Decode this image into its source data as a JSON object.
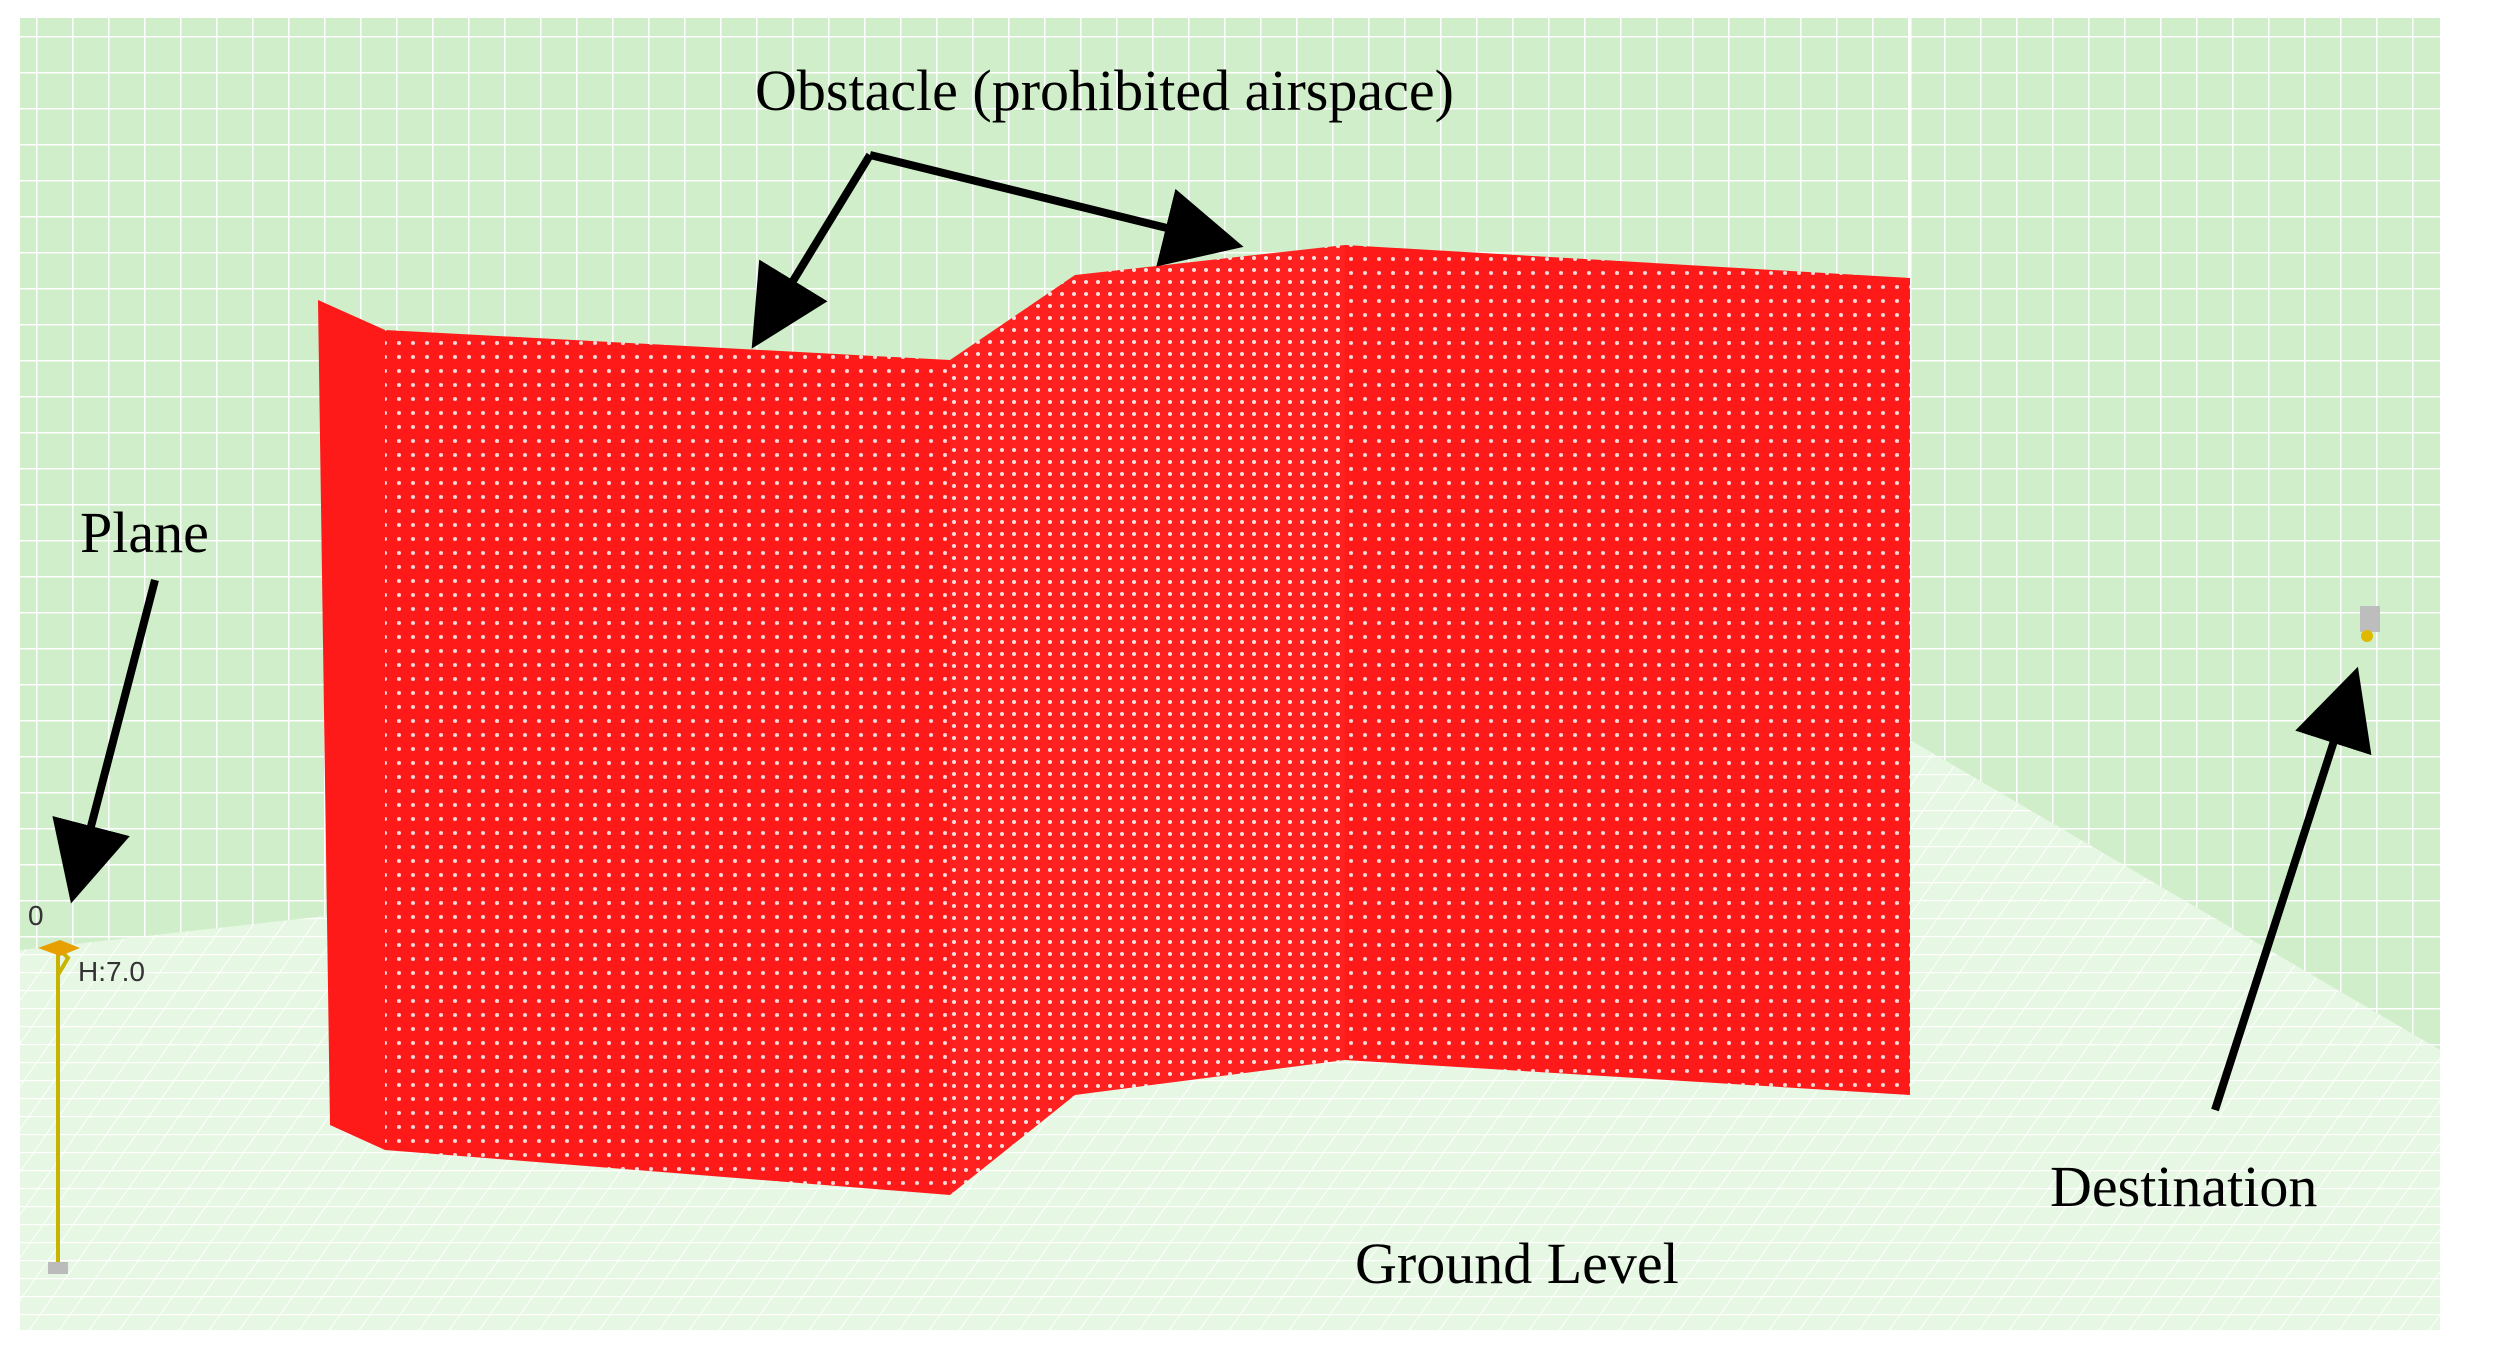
{
  "annotations": {
    "obstacle": "Obstacle (prohibited airspace)",
    "plane": "Plane",
    "destination": "Destination",
    "ground": "Ground Level"
  },
  "plane_marker": {
    "index": "0",
    "height_label": "H:7.0"
  },
  "colors": {
    "wall_bg": "#cfeec9",
    "floor_bg": "#e6f7e3",
    "grid": "#ffffff",
    "obstacle": "#ff1a1a",
    "obstacle_dots": "#ffd6d6",
    "arrow": "#000000",
    "plane_marker": "#c8b400"
  },
  "icons": [
    "plane-icon",
    "destination-icon"
  ]
}
